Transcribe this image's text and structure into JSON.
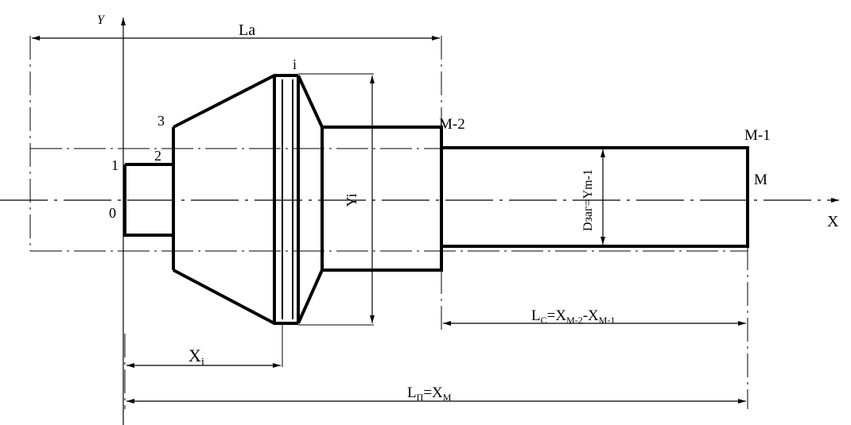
{
  "labels": {
    "y_axis": "Y",
    "x_axis": "X",
    "la": "La",
    "lc_main": "L",
    "lc_sub": "C",
    "lc_eq": "=X",
    "lc_sub1": "M-2",
    "lc_dash": "-X",
    "lc_sub2": "M-1",
    "ln_main": "L",
    "ln_sub": "П",
    "ln_eq": "=X",
    "ln_sub2": "M",
    "xi_main": "X",
    "xi_sub": "i",
    "yi": "Yi",
    "dz": "Dзаг=Ym-1",
    "p0": "0",
    "p1": "1",
    "p2": "2",
    "p3": "3",
    "pi": "i",
    "pm2": "M-2",
    "pm1": "M-1",
    "pm": "M"
  },
  "colors": {
    "ink": "#000000",
    "background": "#ffffff"
  }
}
